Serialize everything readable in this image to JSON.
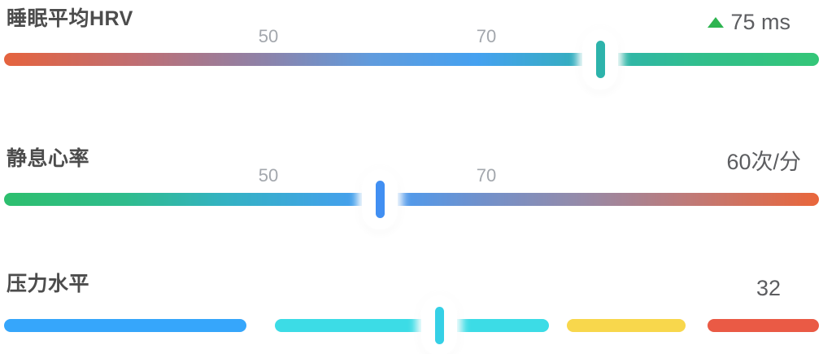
{
  "panel": {
    "background": "#ffffff"
  },
  "colors": {
    "label_text": "#4c4c4c",
    "tick_text": "#a3a7ad",
    "value_text": "#5c5d60"
  },
  "metrics": [
    {
      "id": "sleep-average-hrv",
      "label": "睡眠平均HRV",
      "ticks": [
        "50",
        "70"
      ],
      "value": "75 ms",
      "trend": "up",
      "trend_color": "#2eb450",
      "gradient": "linear-gradient(to right, #e5633e 0%, #c06e72 16%, #8d82a9 32%, #609bdd 45%, #45a1f0 58%, #38abc9 68%, #2fb3b0 73%, #31bf8b 86%, #34c678 100%)",
      "marker_color": "#2db3ab"
    },
    {
      "id": "resting-heart-rate",
      "label": "静息心率",
      "ticks": [
        "50",
        "70"
      ],
      "value": "60次/分",
      "gradient": "linear-gradient(to right, #2dbf6e 0%, #2fbc8d 15%, #33b2c2 27%, #41a3e6 40%, #4a9cf2 47%, #6f91cd 58%, #938bab 70%, #bf7a78 84%, #e9663b 100%)",
      "marker_color": "#418ff2"
    },
    {
      "id": "stress-level",
      "label": "压力水平",
      "value": "32",
      "segments": [
        {
          "name": "low",
          "color": "#36a6fb"
        },
        {
          "name": "normal",
          "color": "#3cdce6"
        },
        {
          "name": "medium",
          "color": "#f8d74c"
        },
        {
          "name": "high",
          "color": "#ea5a45"
        }
      ],
      "marker_color": "#35d0e6"
    }
  ]
}
